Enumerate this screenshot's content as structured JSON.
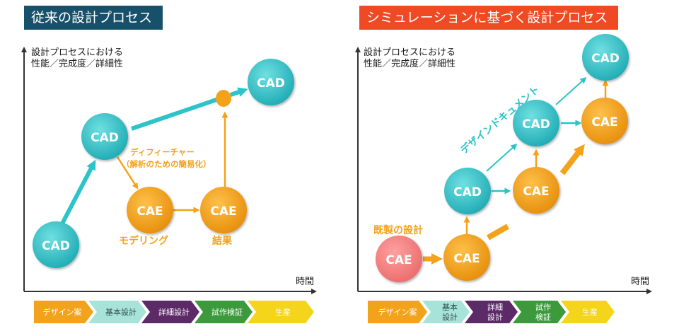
{
  "left": {
    "title": "従来の設計プロセス",
    "y_label_line1": "設計プロセスにおける",
    "y_label_line2": "性能／完成度／詳細性",
    "x_label": "時間",
    "nodes": {
      "cad_bottom": "CAD",
      "cad_mid": "CAD",
      "cad_top": "CAD",
      "cae_model": "CAE",
      "cae_result": "CAE"
    },
    "annotations": {
      "defeature": "ディフィーチャー",
      "defeature_sub": "（解析のための簡易化）",
      "modeling": "モデリング",
      "result": "結果"
    },
    "stages": [
      "デザイン案",
      "基本設計",
      "詳細設計",
      "試作検証",
      "生産"
    ]
  },
  "right": {
    "title": "シミュレーションに基づく設計プロセス",
    "y_label_line1": "設計プロセスにおける",
    "y_label_line2": "性能／完成度／詳細性",
    "x_label": "時間",
    "nodes": {
      "cae_existing": "CAE",
      "cae_1": "CAE",
      "cae_2": "CAE",
      "cae_3": "CAE",
      "cad_1": "CAD",
      "cad_2": "CAD",
      "cad_3": "CAD"
    },
    "annotations": {
      "existing_design": "既製の設計",
      "design_document": "デザインドキュメント"
    },
    "stages": [
      {
        "line1": "デザイン案",
        "line2": ""
      },
      {
        "line1": "基本",
        "line2": "設計"
      },
      {
        "line1": "詳細",
        "line2": "設計"
      },
      {
        "line1": "試作",
        "line2": "検証"
      },
      {
        "line1": "生産",
        "line2": ""
      }
    ]
  },
  "colors": {
    "cad": "#2cc3c9",
    "cae": "#f3a21c",
    "cae_existing": "#f07f7f",
    "title_left_bg": "#17506a",
    "title_right_bg": "#f04a24",
    "stage_colors": [
      "#f3a21c",
      "#a8e3d9",
      "#5b2a67",
      "#3c9a3c",
      "#f4d51c"
    ]
  }
}
